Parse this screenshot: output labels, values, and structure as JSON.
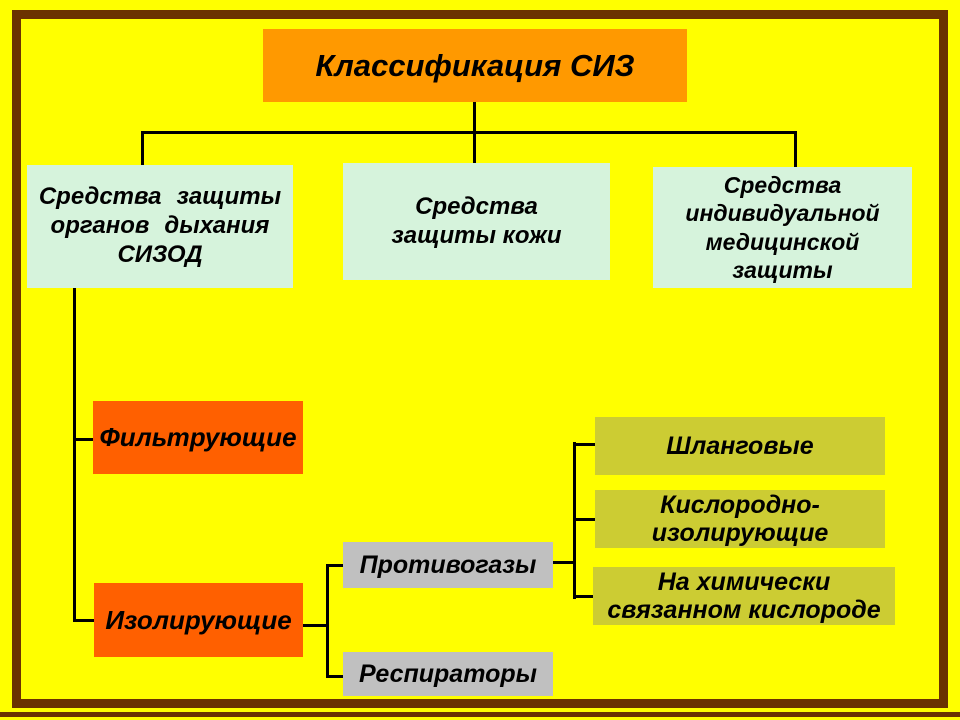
{
  "colors": {
    "background": "#FFFF00",
    "frame": "#6B3300",
    "title_box": "#FF9900",
    "level1_box": "#D6F3DC",
    "type_box": "#FF6000",
    "device_box": "#C0C0C0",
    "subtype_box": "#CCCC33",
    "connector": "#000000",
    "text": "#000000"
  },
  "diagram": {
    "title": {
      "label": "Классификация СИЗ"
    },
    "level1": {
      "sizod": {
        "lines": [
          "Средства защиты",
          "органов дыхания",
          "СИЗОД"
        ]
      },
      "skin": {
        "lines": [
          "Средства",
          "защиты кожи"
        ]
      },
      "medical": {
        "lines": [
          "Средства",
          "индивидуальной",
          "медицинской",
          "защиты"
        ]
      }
    },
    "sizod_types": {
      "filtering": {
        "label": "Фильтрующие"
      },
      "isolating": {
        "label": "Изолирующие"
      }
    },
    "isolating_devices": {
      "gas_masks": {
        "label": "Противогазы"
      },
      "respirators": {
        "label": "Респираторы"
      }
    },
    "gas_mask_types": {
      "hose": {
        "lines": [
          "Шланговые"
        ]
      },
      "oxygen": {
        "lines": [
          "Кислородно-",
          "изолирующие"
        ]
      },
      "chemical": {
        "lines": [
          "На химически",
          "связанном кислороде"
        ]
      }
    }
  }
}
